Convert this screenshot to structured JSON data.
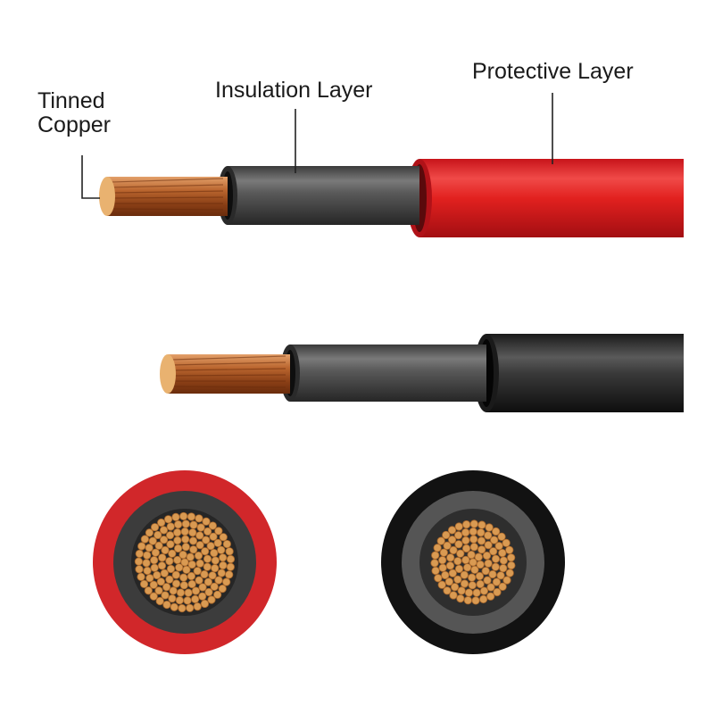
{
  "labels": {
    "tinned_copper_line1": "Tinned",
    "tinned_copper_line2": "Copper",
    "insulation_layer": "Insulation Layer",
    "protective_layer": "Protective Layer"
  },
  "colors": {
    "background": "#ffffff",
    "copper": "#b5602a",
    "copper_face": "#e0a85a",
    "insulation": "#4a4a4a",
    "protective_red": "#e0201e",
    "protective_black": "#222222",
    "strand": "#d9a055"
  }
}
